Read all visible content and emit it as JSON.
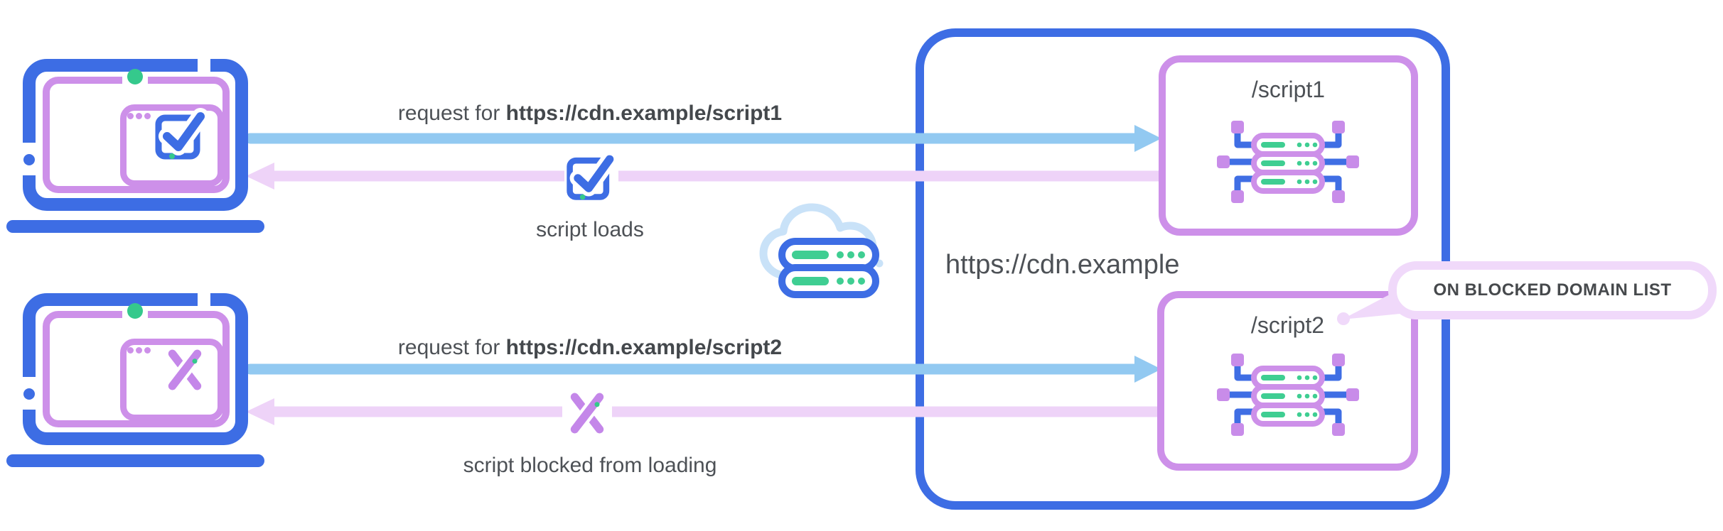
{
  "flow1": {
    "request_prefix": "request for ",
    "request_url": "https://cdn.example/script1",
    "result": "script loads"
  },
  "flow2": {
    "request_prefix": "request for ",
    "request_url": "https://cdn.example/script2",
    "result": "script blocked from loading"
  },
  "cdn": {
    "domain": "https://cdn.example",
    "endpoint1": "/script1",
    "endpoint2": "/script2",
    "tooltip": "ON BLOCKED DOMAIN LIST"
  },
  "icons": {
    "client_allowed": "laptop-with-checkmark-icon",
    "client_blocked": "laptop-with-cross-icon",
    "network": "cloud-server-icon",
    "endpoint": "connected-server-icon",
    "allowed": "checkmark-square-icon",
    "blocked": "cross-icon"
  },
  "colors": {
    "blue": "#3d6de4",
    "light_blue_arrow": "#92c9f1",
    "cloud_blue": "#c9e2f8",
    "purple": "#cd90e9",
    "cross_purple": "#c487e9",
    "pink_arrow": "#eed3f8",
    "tooltip_pink": "#f0d9fa",
    "green": "#35c98c",
    "text_gray": "#4d5156"
  }
}
